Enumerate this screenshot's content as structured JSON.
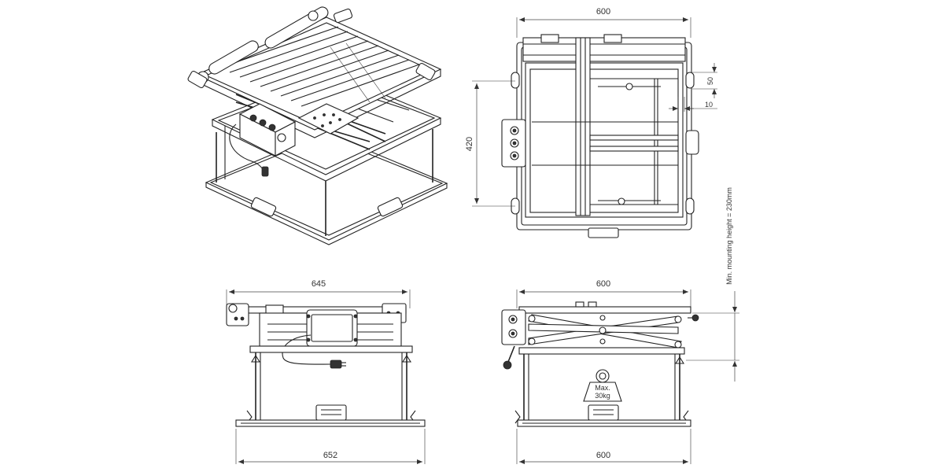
{
  "dimensions": {
    "top_width": "600",
    "top_depth": "420",
    "top_offset_a": "50",
    "top_offset_b": "10",
    "side_top_width": "645",
    "side_bottom_width": "652",
    "front_top_width": "600",
    "front_bottom_width": "600",
    "min_mounting_height": "Min. mounting height = 230mm"
  },
  "load_label": {
    "line1": "Max.",
    "line2": "30kg"
  }
}
